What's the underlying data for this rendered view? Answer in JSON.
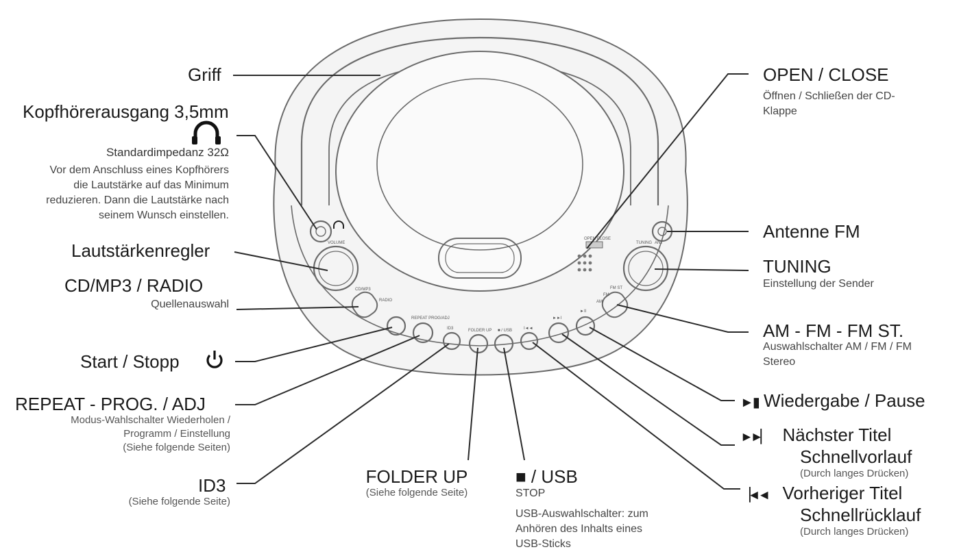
{
  "left": {
    "griff": "Griff",
    "kopf_title": "Kopfhörerausgang 3,5mm",
    "kopf_impedance": "Standardimpedanz 32Ω",
    "kopf_desc": [
      "Vor dem Anschluss eines Kopfhörers",
      "die Lautstärke auf das Minimum",
      "reduzieren. Dann die Lautstärke nach",
      "seinem Wunsch einstellen."
    ],
    "volume": "Lautstärkenregler",
    "source_title": "CD/MP3 / RADIO",
    "source_desc": "Quellenauswahl",
    "power": "Start / Stopp",
    "repeat_title": "REPEAT - PROG. / ADJ",
    "repeat_desc": [
      "Modus-Wahlschalter Wiederholen /",
      "Programm / Einstellung",
      "(Siehe folgende Seiten)"
    ],
    "id3_title": "ID3",
    "id3_desc": "(Siehe folgende Seite)"
  },
  "bottom": {
    "folder_title": "FOLDER UP",
    "folder_desc": "(Siehe folgende Seite)",
    "usb_title": "■ / USB",
    "usb_stop": "STOP",
    "usb_desc": [
      "USB-Auswahlschalter: zum",
      "Anhören des Inhalts eines",
      "USB-Sticks"
    ]
  },
  "right": {
    "open_title": "OPEN / CLOSE",
    "open_desc": [
      "Öffnen / Schließen der CD-",
      "Klappe"
    ],
    "antenna": "Antenne FM",
    "tuning_title": "TUNING",
    "tuning_desc": "Einstellung der Sender",
    "band_title": "AM - FM - FM ST.",
    "band_desc": [
      "Auswahlschalter AM / FM / FM",
      "Stereo"
    ],
    "play_glyph": "►▮",
    "play_label": "Wiedergabe / Pause",
    "next_glyph": "►►▏",
    "next_title": "Nächster Titel",
    "next_sub": "Schnellvorlauf",
    "next_note": "(Durch langes Drücken)",
    "prev_glyph": "▕◄◄",
    "prev_title": "Vorheriger Titel",
    "prev_sub": "Schnellrücklauf",
    "prev_note": "(Durch langes Drücken)"
  },
  "device": {
    "volume_mark": "VOLUME",
    "tuning_mark": "TUNING",
    "switch_cd": "CD/MP3",
    "switch_radio": "RADIO",
    "switch_am": "AM",
    "switch_fm": "FM",
    "switch_fmst": "FM ST",
    "btn_repeat": "REPEAT PROG/ADJ",
    "btn_id3": "ID3",
    "btn_folder": "FOLDER UP",
    "btn_usb": "■ / USB",
    "btn_prev": "I◄◄",
    "btn_next": "►►I",
    "btn_play": "►II",
    "open_mark": "OPEN CLOSE",
    "ant_mark": "ANT"
  },
  "colors": {
    "line": "#2a2a2a",
    "body_stroke": "#6a6a6a",
    "body_fill": "#f4f4f4"
  }
}
